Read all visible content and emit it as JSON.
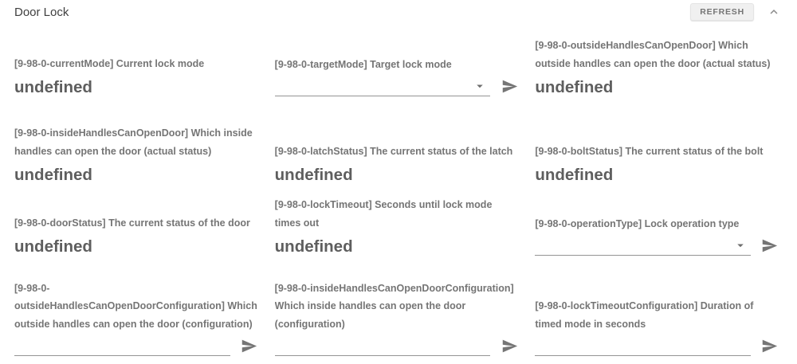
{
  "header": {
    "title": "Door Lock",
    "refresh_label": "REFRESH",
    "collapse_icon": "chevron-up"
  },
  "icons": {
    "send": "send-arrow ➤",
    "dropdown": "caret-down ▾",
    "collapse": "chevron-up ^"
  },
  "colors": {
    "label_text": "#757575",
    "value_text": "#5e5e5e",
    "title_text": "#3f3f3f",
    "input_underline": "#949494",
    "icon_gray": "#757575",
    "refresh_button_bg": "#f0f0f0",
    "background": "#ffffff"
  },
  "fields": [
    {
      "id": "currentMode",
      "label": "[9-98-0-currentMode] Current lock mode",
      "control": "text",
      "value": "undefined"
    },
    {
      "id": "targetMode",
      "label": "[9-98-0-targetMode] Target lock mode",
      "control": "select",
      "value": ""
    },
    {
      "id": "outsideHandlesCanOpenDoor",
      "label": "[9-98-0-outsideHandlesCanOpenDoor] Which outside handles can open the door (actual status)",
      "control": "text",
      "value": "undefined"
    },
    {
      "id": "insideHandlesCanOpenDoor",
      "label": "[9-98-0-insideHandlesCanOpenDoor] Which inside handles can open the door (actual status)",
      "control": "text",
      "value": "undefined"
    },
    {
      "id": "latchStatus",
      "label": "[9-98-0-latchStatus] The current status of the latch",
      "control": "text",
      "value": "undefined"
    },
    {
      "id": "boltStatus",
      "label": "[9-98-0-boltStatus] The current status of the bolt",
      "control": "text",
      "value": "undefined"
    },
    {
      "id": "doorStatus",
      "label": "[9-98-0-doorStatus] The current status of the door",
      "control": "text",
      "value": "undefined"
    },
    {
      "id": "lockTimeout",
      "label": "[9-98-0-lockTimeout] Seconds until lock mode times out",
      "control": "text",
      "value": "undefined"
    },
    {
      "id": "operationType",
      "label": "[9-98-0-operationType] Lock operation type",
      "control": "select",
      "value": ""
    },
    {
      "id": "outsideHandlesCanOpenDoorConfiguration",
      "label": "[9-98-0-outsideHandlesCanOpenDoorConfiguration] Which outside handles can open the door (configuration)",
      "control": "input",
      "value": ""
    },
    {
      "id": "insideHandlesCanOpenDoorConfiguration",
      "label": "[9-98-0-insideHandlesCanOpenDoorConfiguration] Which inside handles can open the door (configuration)",
      "control": "input",
      "value": ""
    },
    {
      "id": "lockTimeoutConfiguration",
      "label": "[9-98-0-lockTimeoutConfiguration] Duration of timed mode in seconds",
      "control": "input",
      "value": ""
    }
  ]
}
